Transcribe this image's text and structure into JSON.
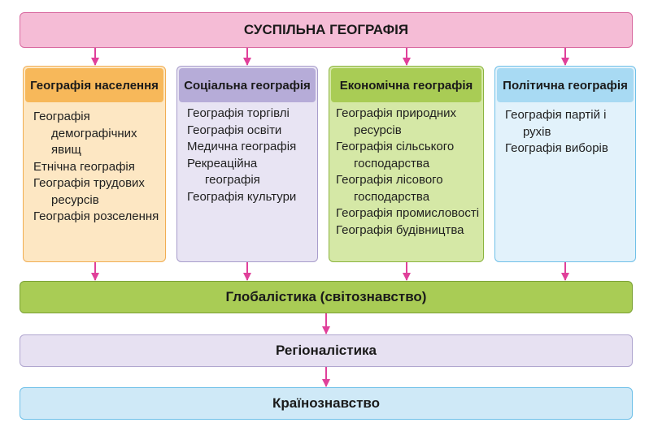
{
  "top": {
    "title": "СУСПІЛЬНА ГЕОГРАФІЯ"
  },
  "branches": [
    {
      "title": "Географія населення",
      "items": [
        "Географія демографічних явищ",
        "Етнічна географія",
        "Географія трудових ресурсів",
        "Географія розселення"
      ]
    },
    {
      "title": "Соціальна географія",
      "items": [
        "Географія торгівлі",
        "Географія освіти",
        "Медична географія",
        "Рекреаційна географія",
        "Географія культури"
      ]
    },
    {
      "title": "Економічна географія",
      "items": [
        "Географія природних ресурсів",
        "Географія сільського господарства",
        "Географія лісового господарства",
        "Географія промисловості",
        "Географія будівництва"
      ]
    },
    {
      "title": "Політична географія",
      "items": [
        "Географія партій і рухів",
        "Географія виборів"
      ]
    }
  ],
  "levels": {
    "global": "Глобалістика (світознавство)",
    "regional": "Регіоналістика",
    "country": "Країнознавство"
  },
  "colors": {
    "arrow": "#e0409a",
    "top_fill": "#f5bcd6",
    "population": "#f7b85a",
    "social": "#b6acd8",
    "economic": "#a9cc55",
    "political": "#a8daf3"
  }
}
